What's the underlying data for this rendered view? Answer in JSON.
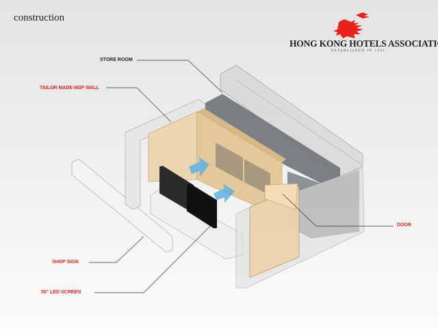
{
  "header": {
    "title": "construction"
  },
  "logo": {
    "name": "HONG KONG HOTELS ASSOCIATION",
    "established": "ESTABLISHED IN 1961",
    "icon": "dragon-logo",
    "color": "#e8231c"
  },
  "labels": {
    "store_room": "STORE ROOM",
    "mdf_wall": "TAILOR MADE MDF WALL",
    "door": "DOOR",
    "shop_sign": "SHOP SIGN",
    "led_screen": "55\" LED SCREEN"
  },
  "colors": {
    "label_red": "#e8231c",
    "mdf": "#e8cfa6",
    "store": "#6f7378",
    "arrow": "#5fb2e0"
  }
}
